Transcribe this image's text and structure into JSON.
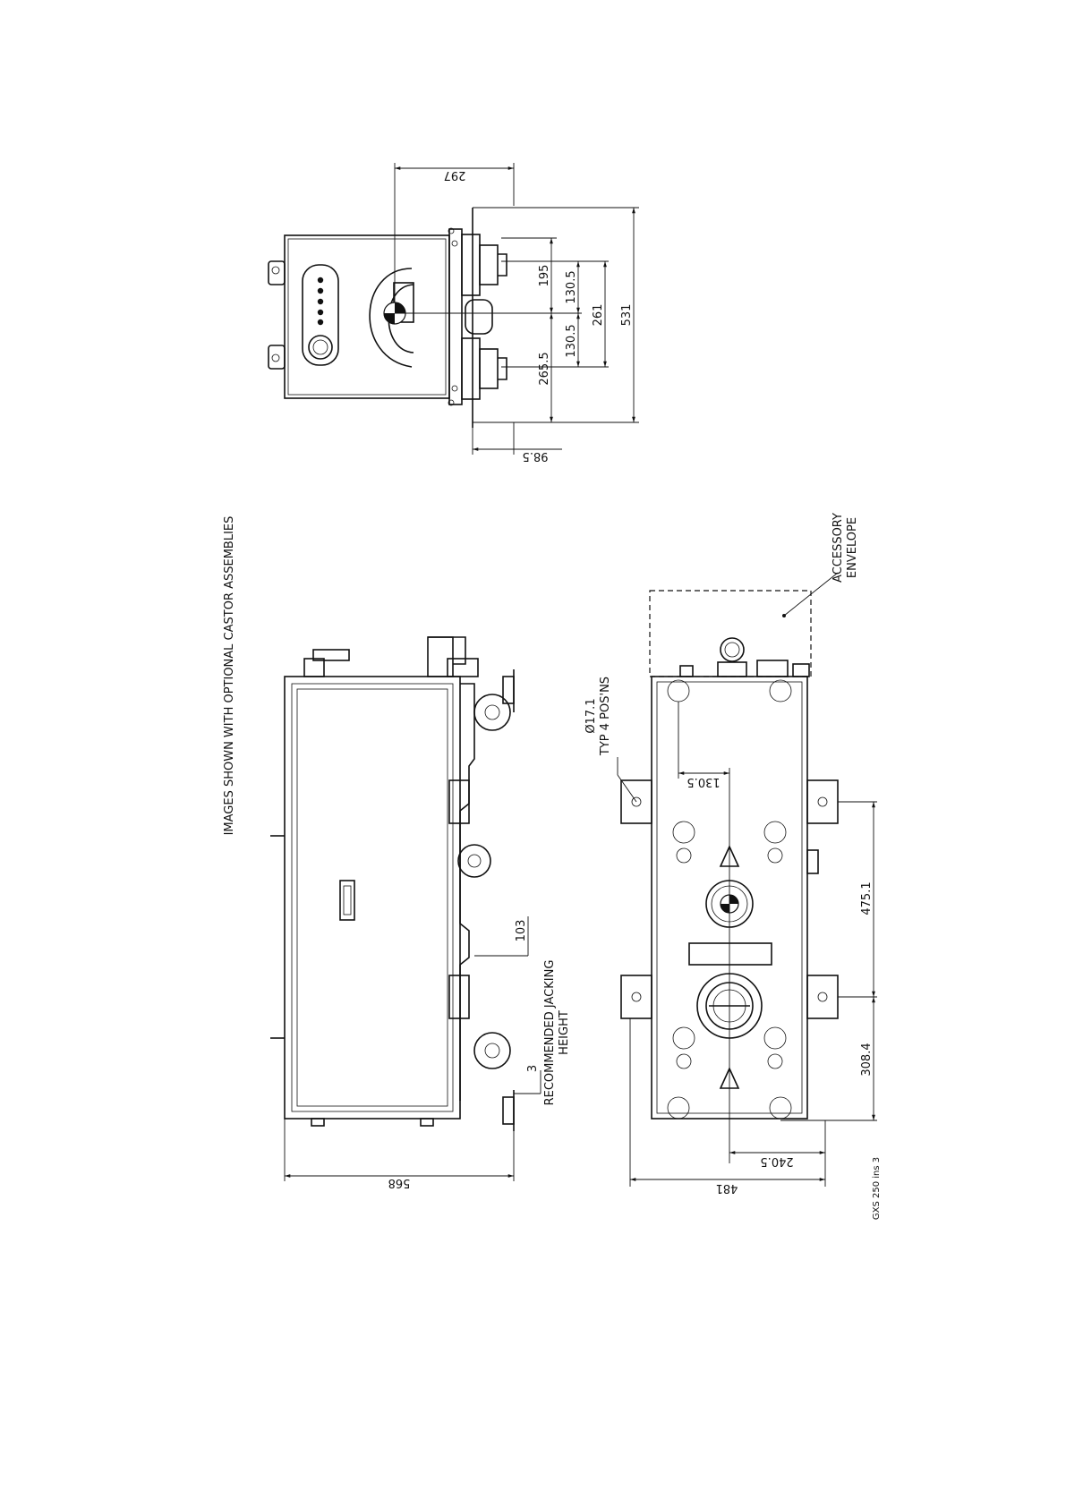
{
  "notes": {
    "main_note": "IMAGES SHOWN WITH OPTIONAL CASTOR ASSEMBLIES",
    "accessory": [
      "ACCESSORY",
      "ENVELOPE"
    ],
    "jacking": [
      "RECOMMENDED JACKING",
      "HEIGHT"
    ],
    "hole": [
      "Ø17.1",
      "TYP 4 POS'NS"
    ],
    "drawing_ref": "GXS 250 ins 3"
  },
  "dimensions": {
    "end_view": {
      "d297": "297",
      "d195": "195",
      "d130_5_a": "130.5",
      "d261": "261",
      "d531": "531",
      "d130_5_b": "130.5",
      "d265_5": "265.5",
      "d98_5": "98.5"
    },
    "side_view": {
      "d103": "103",
      "d3": "3",
      "d568": "568"
    },
    "plan_view": {
      "d130_5": "130.5",
      "d475_1": "475.1",
      "d308_4": "308.4",
      "d240_5": "240.5",
      "d481": "481"
    }
  }
}
